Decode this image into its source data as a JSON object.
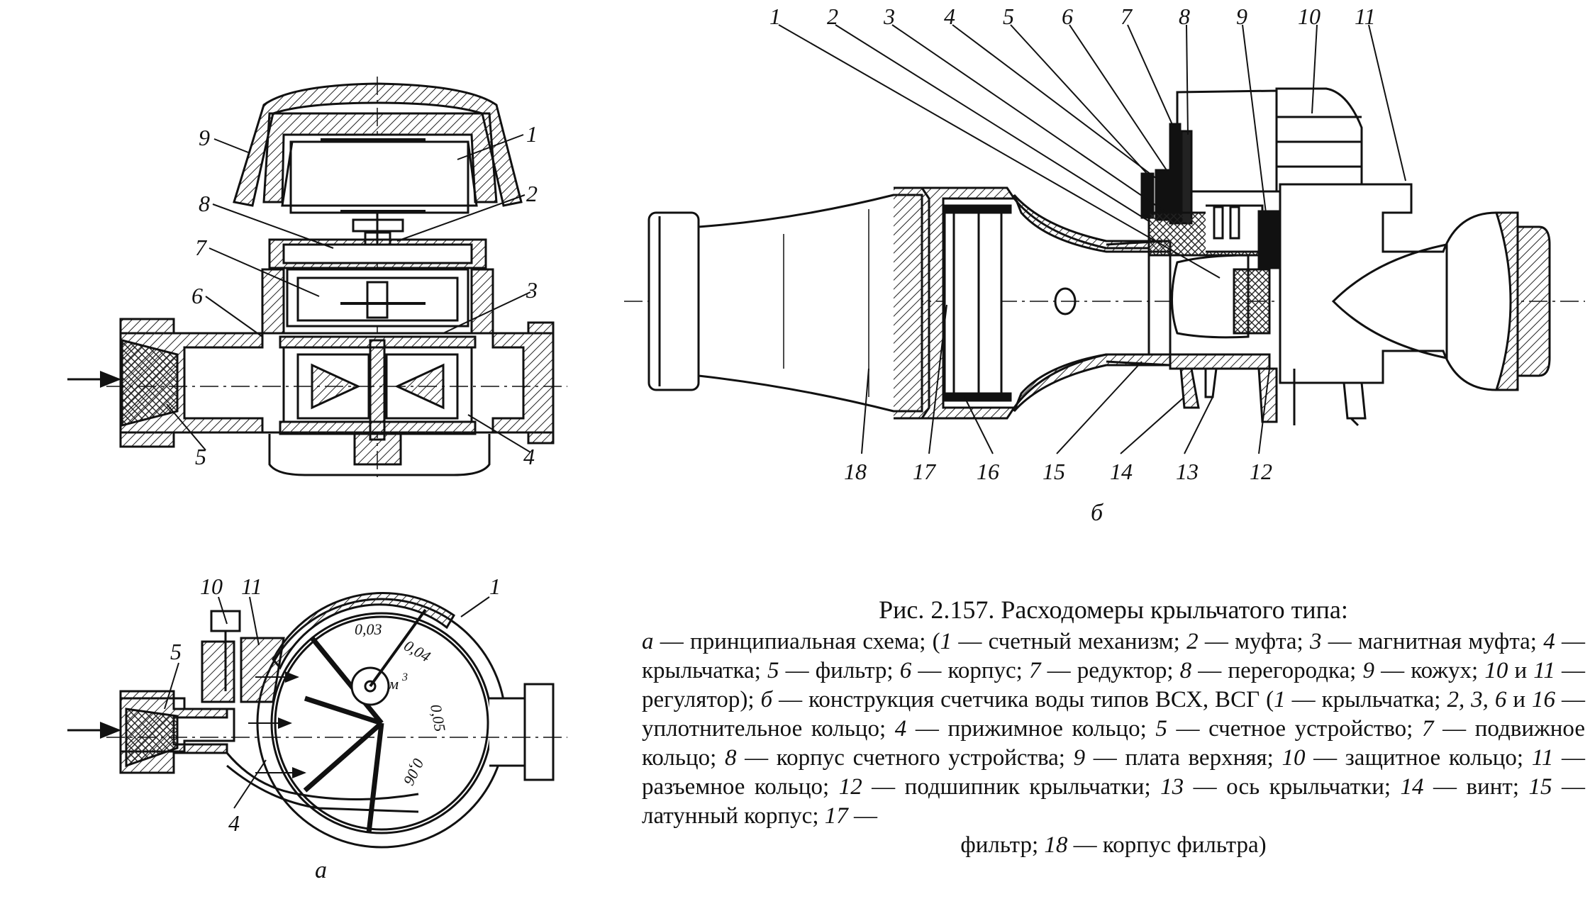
{
  "figure": {
    "view_a_letter": "а",
    "view_b_letter": "б",
    "view_a_top_labels": [
      "9",
      "1",
      "8",
      "2",
      "7",
      "6",
      "3",
      "5",
      "4"
    ],
    "view_a_bottom_labels": [
      "10",
      "11",
      "1",
      "5",
      "4"
    ],
    "dial_labels": [
      "0,03",
      "0,04",
      "м",
      "3",
      "0,05",
      "0,06"
    ],
    "view_b_top_labels": [
      "1",
      "2",
      "3",
      "4",
      "5",
      "6",
      "7",
      "8",
      "9",
      "10",
      "11"
    ],
    "view_b_bottom_labels": [
      "18",
      "17",
      "16",
      "15",
      "14",
      "13",
      "12"
    ]
  },
  "caption": {
    "title": "Рис. 2.157. Расходомеры крыльчатого типа:",
    "segments": [
      {
        "t": "а",
        "i": true
      },
      {
        "t": " — принципиальная схема; (",
        "i": false
      },
      {
        "t": "1",
        "i": true
      },
      {
        "t": " — счетный механизм; ",
        "i": false
      },
      {
        "t": "2",
        "i": true
      },
      {
        "t": " — муфта; ",
        "i": false
      },
      {
        "t": "3",
        "i": true
      },
      {
        "t": " — магнитная муфта; ",
        "i": false
      },
      {
        "t": "4",
        "i": true
      },
      {
        "t": " — крыльчатка; ",
        "i": false
      },
      {
        "t": "5",
        "i": true
      },
      {
        "t": " — фильтр; ",
        "i": false
      },
      {
        "t": "6",
        "i": true
      },
      {
        "t": " — корпус; ",
        "i": false
      },
      {
        "t": "7",
        "i": true
      },
      {
        "t": " — редуктор; ",
        "i": false
      },
      {
        "t": "8",
        "i": true
      },
      {
        "t": " — перегородка; ",
        "i": false
      },
      {
        "t": "9",
        "i": true
      },
      {
        "t": " — кожух; ",
        "i": false
      },
      {
        "t": "10",
        "i": true
      },
      {
        "t": " и ",
        "i": false
      },
      {
        "t": "11",
        "i": true
      },
      {
        "t": " — регулятор); ",
        "i": false
      },
      {
        "t": "б",
        "i": true
      },
      {
        "t": " — конструкция счетчика воды типов ВСХ, ВСГ (",
        "i": false
      },
      {
        "t": "1",
        "i": true
      },
      {
        "t": " — крыльчатка; ",
        "i": false
      },
      {
        "t": "2, 3, 6",
        "i": true
      },
      {
        "t": " и ",
        "i": false
      },
      {
        "t": "16",
        "i": true
      },
      {
        "t": " — уплотнительное кольцо; ",
        "i": false
      },
      {
        "t": "4",
        "i": true
      },
      {
        "t": " — прижимное кольцо; ",
        "i": false
      },
      {
        "t": "5",
        "i": true
      },
      {
        "t": " — счетное устройство; ",
        "i": false
      },
      {
        "t": "7",
        "i": true
      },
      {
        "t": " — подвижное кольцо; ",
        "i": false
      },
      {
        "t": "8",
        "i": true
      },
      {
        "t": " — корпус счетного устройства; ",
        "i": false
      },
      {
        "t": "9",
        "i": true
      },
      {
        "t": " — плата верхняя; ",
        "i": false
      },
      {
        "t": "10",
        "i": true
      },
      {
        "t": " — защитное кольцо; ",
        "i": false
      },
      {
        "t": "11",
        "i": true
      },
      {
        "t": " — разъемное кольцо; ",
        "i": false
      },
      {
        "t": "12",
        "i": true
      },
      {
        "t": " — подшипник крыльчатки; ",
        "i": false
      },
      {
        "t": "13",
        "i": true
      },
      {
        "t": " — ось крыльчатки; ",
        "i": false
      },
      {
        "t": "14",
        "i": true
      },
      {
        "t": " — винт; ",
        "i": false
      },
      {
        "t": "15",
        "i": true
      },
      {
        "t": " — латунный корпус; ",
        "i": false
      },
      {
        "t": "17",
        "i": true
      },
      {
        "t": " — ",
        "i": false
      }
    ],
    "last_line": [
      {
        "t": "фильтр; ",
        "i": false
      },
      {
        "t": "18",
        "i": true
      },
      {
        "t": " — корпус фильтра)",
        "i": false
      }
    ]
  }
}
